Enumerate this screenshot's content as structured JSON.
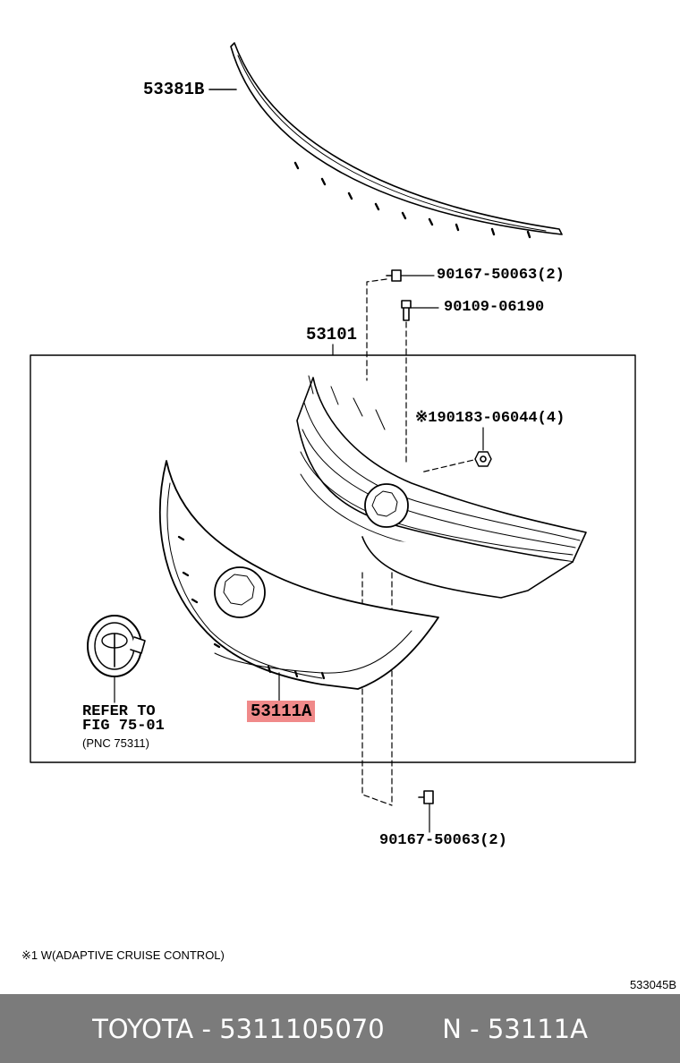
{
  "labels": {
    "molding": "53381B",
    "clip_top": "90167-50063(2)",
    "screw": "90109-06190",
    "grille_assy": "53101",
    "nut": "※190183-06044(4)",
    "refer_line1": "REFER TO",
    "refer_line2": "FIG 75-01",
    "refer_line3": "(PNC 75311)",
    "grille": "53111A",
    "clip_bottom": "90167-50063(2)"
  },
  "footnote": "※1 W(ADAPTIVE CRUISE CONTROL)",
  "illustration_code": "533045B",
  "footer": {
    "brand": "TOYOTA",
    "separator1": " - ",
    "part_number": "5311105070",
    "gap": "       ",
    "n_label": "N",
    "separator2": " - ",
    "pnc": "53111A"
  },
  "colors": {
    "highlight": "#f08a8a",
    "footer_bg": "#7b7b7b",
    "footer_text": "#ffffff"
  }
}
